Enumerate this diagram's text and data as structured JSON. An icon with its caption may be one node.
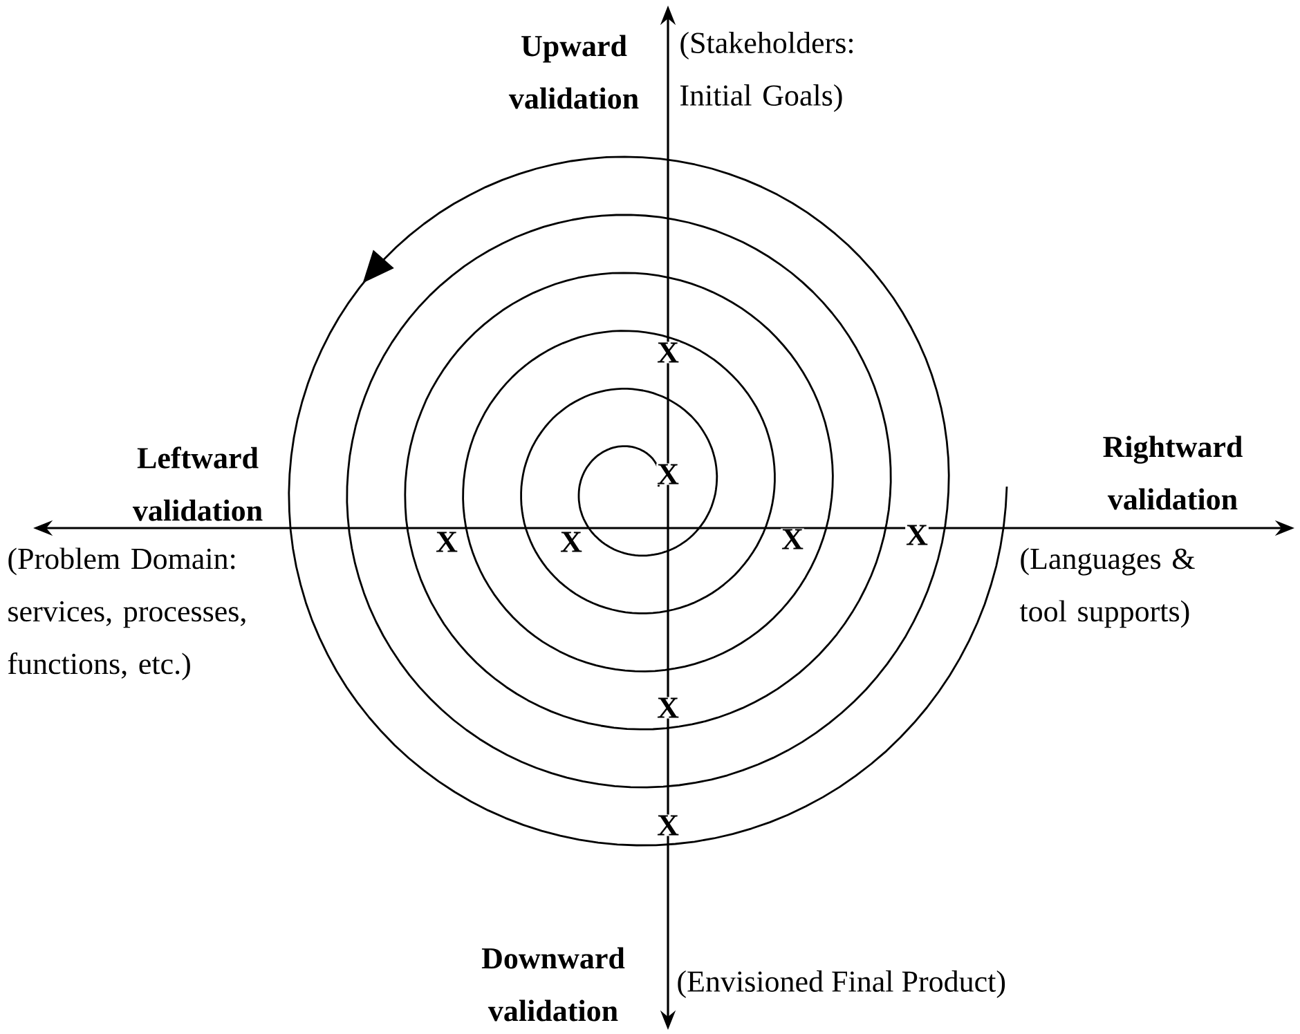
{
  "diagram": {
    "labels": [
      "Upward validation",
      "(Stakeholders: Initial Goals)",
      "X",
      "Leftward validation",
      "Rightward validation",
      "X",
      "X",
      "X",
      "X",
      "X",
      "(Problem Domain: services, processes, functions, etc.)",
      "(Languages & tool supports)",
      "X",
      "X",
      "Downward validation",
      "(Envisioned Final Product)"
    ]
  }
}
